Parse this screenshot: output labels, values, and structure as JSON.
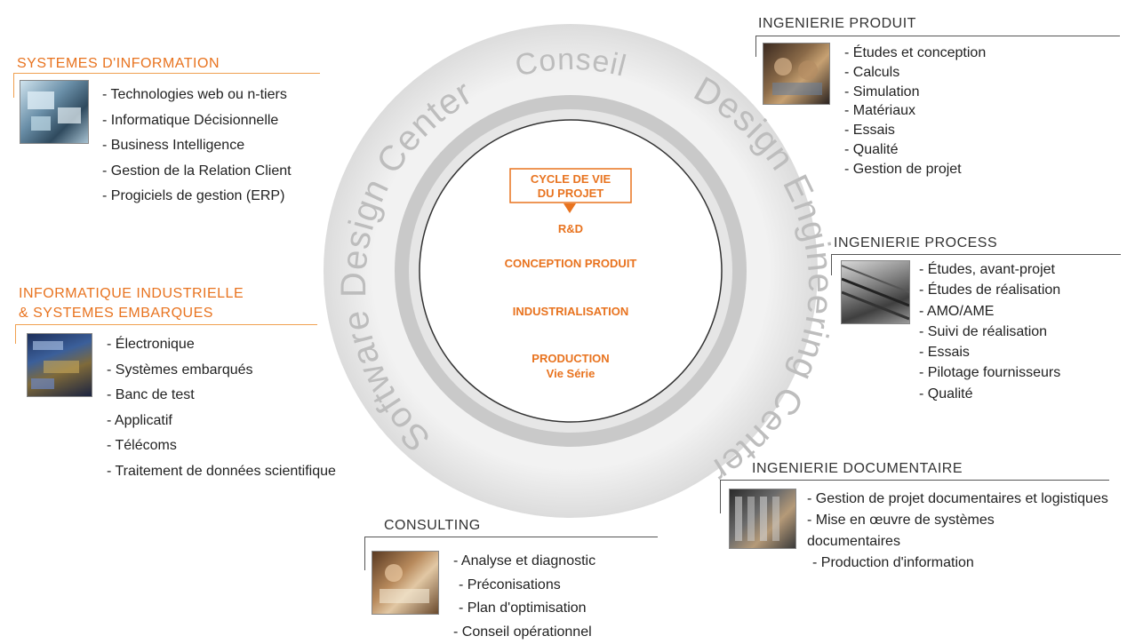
{
  "colors": {
    "accent": "#e8731f",
    "ring_outer": "#e2e2e2",
    "ring_inner": "#c8c8c8",
    "ring_text": "#bdbdbd",
    "title_dark": "#333333"
  },
  "ring": {
    "arc_top": "Conseil",
    "arc_right": "Design Engineering Center",
    "arc_left": "Software Design Center"
  },
  "center": {
    "cycle_box_line1": "CYCLE DE VIE",
    "cycle_box_line2": "DU PROJET",
    "stages": [
      "R&D",
      "CONCEPTION PRODUIT",
      "INDUSTRIALISATION",
      "PRODUCTION"
    ],
    "production_sub": "Vie Série"
  },
  "sections": {
    "systemes_information": {
      "title": "SYSTEMES D'INFORMATION",
      "image_icon": "computer-screens-photo",
      "items": [
        "- Technologies web ou n-tiers",
        "- Informatique Décisionnelle",
        "- Business Intelligence",
        "- Gestion de la Relation Client",
        "- Progiciels de gestion (ERP)"
      ]
    },
    "informatique_industrielle": {
      "title_line1": "INFORMATIQUE INDUSTRIELLE",
      "title_line2": "& SYSTEMES EMBARQUES",
      "image_icon": "industrial-electronics-photo",
      "items": [
        "- Électronique",
        "- Systèmes embarqués",
        "- Banc de test",
        "- Applicatif",
        "- Télécoms",
        "- Traitement de données scientifique"
      ]
    },
    "ingenierie_produit": {
      "title": "INGENIERIE PRODUIT",
      "image_icon": "engineers-meeting-photo",
      "items": [
        "- Études et conception",
        "- Calculs",
        "- Simulation",
        "- Matériaux",
        "- Essais",
        "- Qualité",
        "- Gestion de projet"
      ]
    },
    "ingenierie_process": {
      "title": "INGENIERIE PROCESS",
      "image_icon": "production-line-photo",
      "items": [
        "- Études, avant-projet",
        "- Études de réalisation",
        "- AMO/AME",
        "- Suivi de réalisation",
        "- Essais",
        "- Pilotage fournisseurs",
        "- Qualité"
      ]
    },
    "ingenierie_documentaire": {
      "title": "INGENIERIE DOCUMENTAIRE",
      "image_icon": "archive-shelves-photo",
      "items": [
        "- Gestion de projet documentaires et logistiques",
        "- Mise en œuvre de systèmes documentaires",
        "- Production d'information"
      ]
    },
    "consulting": {
      "title": "CONSULTING",
      "image_icon": "consultants-desk-photo",
      "items": [
        "- Analyse et diagnostic",
        "- Préconisations",
        "- Plan d'optimisation",
        "- Conseil opérationnel"
      ]
    }
  }
}
